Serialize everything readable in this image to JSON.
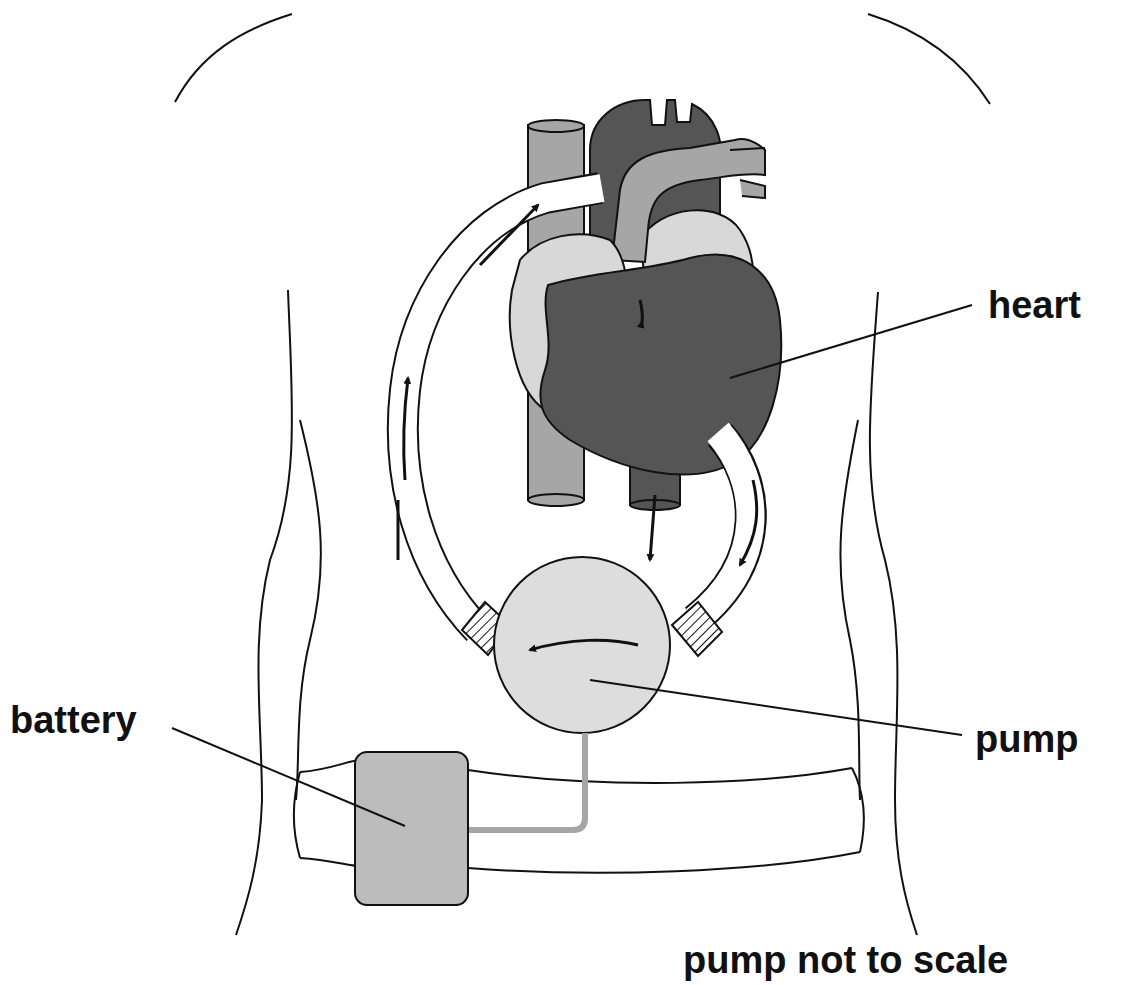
{
  "diagram": {
    "labels": [
      "heart",
      "pump",
      "battery",
      "pump not to scale"
    ]
  }
}
